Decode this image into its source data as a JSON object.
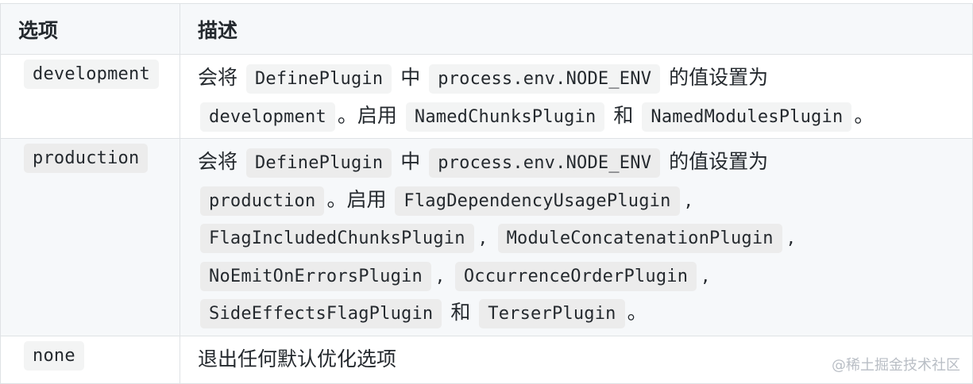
{
  "table": {
    "headers": [
      "选项",
      "描述"
    ],
    "rows": [
      {
        "option": "development",
        "desc": {
          "t1": "会将",
          "c1": "DefinePlugin",
          "t2": "中",
          "c2": "process.env.NODE_ENV",
          "t3": "的值设置为",
          "c3": "development",
          "t4": "。启用",
          "c4": "NamedChunksPlugin",
          "t5": "和",
          "c5": "NamedModulesPlugin",
          "t6": "。"
        }
      },
      {
        "option": "production",
        "desc": {
          "t1": "会将",
          "c1": "DefinePlugin",
          "t2": "中",
          "c2": "process.env.NODE_ENV",
          "t3": "的值设置为",
          "c3": "production",
          "t4": "。启用",
          "c4": "FlagDependencyUsagePlugin",
          "s1": ",",
          "c5": "FlagIncludedChunksPlugin",
          "s2": ",",
          "c6": "ModuleConcatenationPlugin",
          "s3": ",",
          "c7": "NoEmitOnErrorsPlugin",
          "s4": ",",
          "c8": "OccurrenceOrderPlugin",
          "s5": ",",
          "c9": "SideEffectsFlagPlugin",
          "t5": "和",
          "c10": "TerserPlugin",
          "t6": "。"
        }
      },
      {
        "option": "none",
        "desc": {
          "t1": "退出任何默认优化选项"
        }
      }
    ]
  },
  "watermark": "@稀土掘金技术社区"
}
